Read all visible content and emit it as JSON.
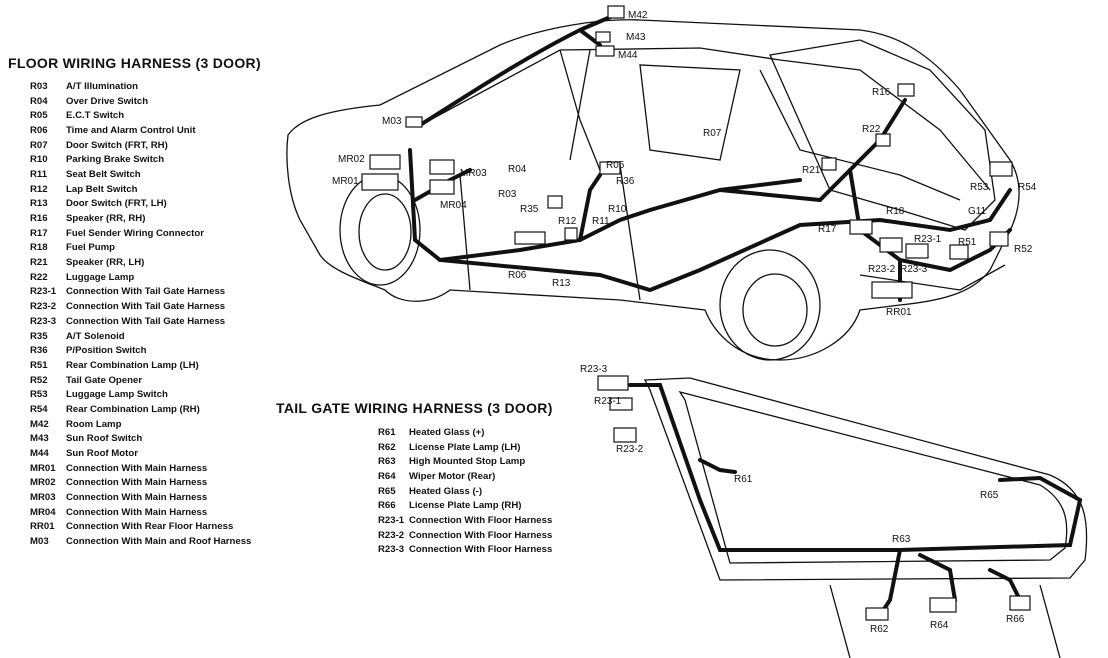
{
  "floor": {
    "title": "FLOOR WIRING HARNESS (3 DOOR)",
    "items": [
      {
        "code": "R03",
        "desc": "A/T Illumination"
      },
      {
        "code": "R04",
        "desc": "Over Drive Switch"
      },
      {
        "code": "R05",
        "desc": "E.C.T Switch"
      },
      {
        "code": "R06",
        "desc": "Time and Alarm Control Unit"
      },
      {
        "code": "R07",
        "desc": "Door Switch (FRT, RH)"
      },
      {
        "code": "R10",
        "desc": "Parking Brake Switch"
      },
      {
        "code": "R11",
        "desc": "Seat Belt Switch"
      },
      {
        "code": "R12",
        "desc": "Lap Belt Switch"
      },
      {
        "code": "R13",
        "desc": "Door Switch (FRT, LH)"
      },
      {
        "code": "R16",
        "desc": "Speaker (RR, RH)"
      },
      {
        "code": "R17",
        "desc": "Fuel Sender Wiring Connector"
      },
      {
        "code": "R18",
        "desc": "Fuel Pump"
      },
      {
        "code": "R21",
        "desc": "Speaker (RR, LH)"
      },
      {
        "code": "R22",
        "desc": "Luggage Lamp"
      },
      {
        "code": "R23-1",
        "desc": "Connection With Tail Gate Harness"
      },
      {
        "code": "R23-2",
        "desc": "Connection With Tail Gate Harness"
      },
      {
        "code": "R23-3",
        "desc": "Connection With Tail Gate Harness"
      },
      {
        "code": "R35",
        "desc": "A/T Solenoid"
      },
      {
        "code": "R36",
        "desc": "P/Position Switch"
      },
      {
        "code": "R51",
        "desc": "Rear Combination Lamp (LH)"
      },
      {
        "code": "R52",
        "desc": "Tail Gate Opener"
      },
      {
        "code": "R53",
        "desc": "Luggage Lamp Switch"
      },
      {
        "code": "R54",
        "desc": "Rear Combination Lamp (RH)"
      },
      {
        "code": "M42",
        "desc": "Room Lamp"
      },
      {
        "code": "M43",
        "desc": "Sun Roof Switch"
      },
      {
        "code": "M44",
        "desc": "Sun Roof Motor"
      },
      {
        "code": "MR01",
        "desc": "Connection With Main Harness"
      },
      {
        "code": "MR02",
        "desc": "Connection With Main Harness"
      },
      {
        "code": "MR03",
        "desc": "Connection With Main Harness"
      },
      {
        "code": "MR04",
        "desc": "Connection With Main Harness"
      },
      {
        "code": "RR01",
        "desc": "Connection With Rear Floor Harness"
      },
      {
        "code": "M03",
        "desc": "Connection With Main and Roof Harness"
      }
    ]
  },
  "tailgate": {
    "title": "TAIL GATE WIRING HARNESS (3 DOOR)",
    "items": [
      {
        "code": "R61",
        "desc": "Heated Glass (+)"
      },
      {
        "code": "R62",
        "desc": "License Plate Lamp (LH)"
      },
      {
        "code": "R63",
        "desc": "High Mounted Stop Lamp"
      },
      {
        "code": "R64",
        "desc": "Wiper Motor (Rear)"
      },
      {
        "code": "R65",
        "desc": "Heated Glass (-)"
      },
      {
        "code": "R66",
        "desc": "License Plate Lamp (RH)"
      },
      {
        "code": "R23-1",
        "desc": "Connection With Floor Harness"
      },
      {
        "code": "R23-2",
        "desc": "Connection With Floor Harness"
      },
      {
        "code": "R23-3",
        "desc": "Connection With Floor Harness"
      }
    ]
  },
  "car_labels": [
    "M42",
    "M43",
    "M44",
    "M03",
    "MR02",
    "MR01",
    "MR03",
    "MR04",
    "R04",
    "R05",
    "R36",
    "R03",
    "R35",
    "R10",
    "R11",
    "R12",
    "R06",
    "R13",
    "R07",
    "R16",
    "R22",
    "R21",
    "R18",
    "R17",
    "R23-1",
    "R23-2",
    "R23-3",
    "R53",
    "R54",
    "G11",
    "R51",
    "R52",
    "RR01"
  ],
  "gate_labels": [
    "R23-3",
    "R23-1",
    "R23-2",
    "R61",
    "R65",
    "R63",
    "R62",
    "R64",
    "R66"
  ]
}
